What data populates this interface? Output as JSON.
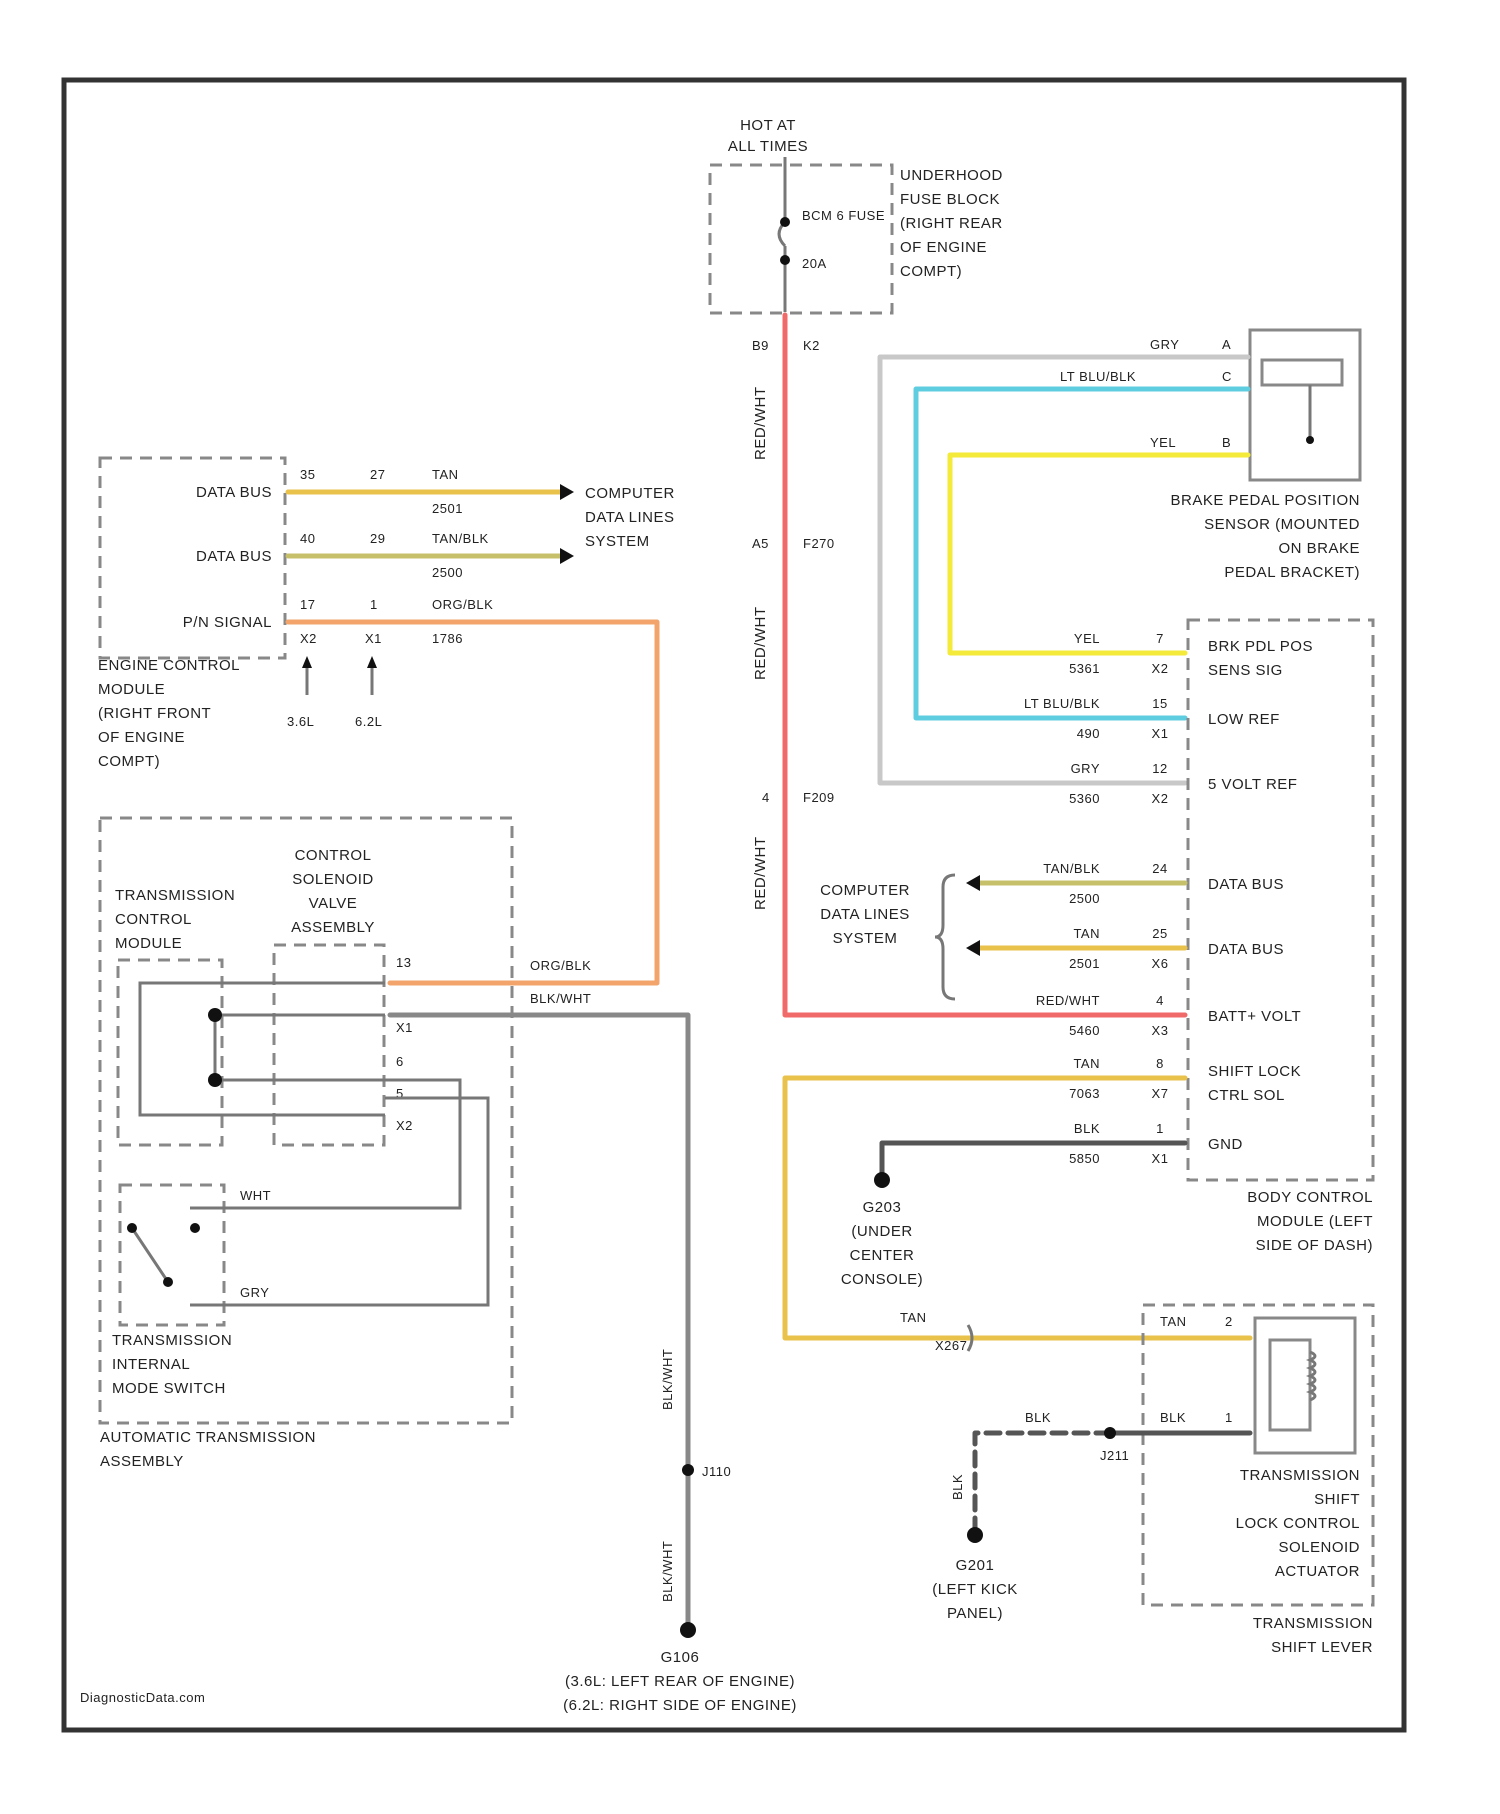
{
  "colors": {
    "red_wht": "#f06a6a",
    "yel": "#f3ea3a",
    "lt_blu_blk": "#5fcde0",
    "gry": "#c8c8c8",
    "tan": "#e8c24a",
    "tan_blk": "#c6c06a",
    "org_blk": "#f2a46a",
    "blk": "#555555",
    "blk_wht": "#888888"
  },
  "top_feed": {
    "hot_at": [
      "HOT AT",
      "ALL TIMES"
    ],
    "fuse_block": [
      "UNDERHOOD",
      "FUSE BLOCK",
      "(RIGHT REAR",
      "OF ENGINE",
      "COMPT)"
    ],
    "fuse": [
      "BCM 6 FUSE",
      "20A"
    ],
    "pins": [
      "B9",
      "K2"
    ],
    "splice_1": {
      "pin": "A5",
      "name": "F270"
    },
    "splice_2": {
      "pin": "4",
      "name": "F209"
    },
    "wire_label": "RED/WHT"
  },
  "ecm": {
    "rows": [
      {
        "label": "DATA BUS",
        "pin_a": "35",
        "pin_b": "27",
        "color": "TAN",
        "circuit": "2501"
      },
      {
        "label": "DATA BUS",
        "pin_a": "40",
        "pin_b": "29",
        "color": "TAN/BLK",
        "circuit": "2500"
      },
      {
        "label": "P/N SIGNAL",
        "pin_a": "17",
        "pin_b": "1",
        "color": "ORG/BLK",
        "circuit": "1786"
      }
    ],
    "connectors": [
      "X2",
      "X1"
    ],
    "engines": [
      "3.6L",
      "6.2L"
    ],
    "name": [
      "ENGINE CONTROL",
      "MODULE",
      "(RIGHT FRONT",
      "OF ENGINE",
      "COMPT)"
    ]
  },
  "computer_data_lines": [
    "COMPUTER",
    "DATA LINES",
    "SYSTEM"
  ],
  "brake_sensor": {
    "pins": [
      {
        "color": "GRY",
        "pin": "A"
      },
      {
        "color": "LT BLU/BLK",
        "pin": "C"
      },
      {
        "color": "YEL",
        "pin": "B"
      }
    ],
    "name": [
      "BRAKE PEDAL POSITION",
      "SENSOR (MOUNTED",
      "ON BRAKE",
      "PEDAL BRACKET)"
    ]
  },
  "bcm": {
    "rows": [
      {
        "color": "YEL",
        "pin": "7",
        "circuit": "5361",
        "conn": "X2",
        "label": "BRK PDL POS SENS SIG"
      },
      {
        "color": "LT BLU/BLK",
        "pin": "15",
        "circuit": "490",
        "conn": "X1",
        "label": "LOW REF"
      },
      {
        "color": "GRY",
        "pin": "12",
        "circuit": "5360",
        "conn": "X2",
        "label": "5 VOLT REF"
      },
      {
        "color": "TAN/BLK",
        "pin": "24",
        "circuit": "2500",
        "conn": "",
        "label": "DATA BUS"
      },
      {
        "color": "TAN",
        "pin": "25",
        "circuit": "2501",
        "conn": "X6",
        "label": "DATA BUS"
      },
      {
        "color": "RED/WHT",
        "pin": "4",
        "circuit": "5460",
        "conn": "X3",
        "label": "BATT+ VOLT"
      },
      {
        "color": "TAN",
        "pin": "8",
        "circuit": "7063",
        "conn": "X7",
        "label": "SHIFT LOCK CTRL SOL"
      },
      {
        "color": "BLK",
        "pin": "1",
        "circuit": "5850",
        "conn": "X1",
        "label": "GND"
      }
    ],
    "name": [
      "BODY CONTROL",
      "MODULE (LEFT",
      "SIDE OF DASH)"
    ]
  },
  "ground_g203": [
    "G203",
    "(UNDER",
    "CENTER",
    "CONSOLE)"
  ],
  "transmission": {
    "tcm_name": [
      "TRANSMISSION",
      "CONTROL",
      "MODULE"
    ],
    "valve_name": [
      "CONTROL",
      "SOLENOID",
      "VALVE",
      "ASSEMBLY"
    ],
    "pins": [
      "13",
      "X1",
      "6",
      "5",
      "X2"
    ],
    "wires_right": [
      "ORG/BLK",
      "BLK/WHT"
    ],
    "switch_wires": [
      "WHT",
      "GRY"
    ],
    "switch_name": [
      "TRANSMISSION",
      "INTERNAL",
      "MODE SWITCH"
    ],
    "assembly_name": [
      "AUTOMATIC TRANSMISSION",
      "ASSEMBLY"
    ]
  },
  "ground_g106": {
    "splice": "J110",
    "wire_label": "BLK/WHT",
    "name": [
      "G106",
      "(3.6L: LEFT REAR OF ENGINE)",
      "(6.2L: RIGHT SIDE OF ENGINE)"
    ]
  },
  "shift_lock": {
    "tan_wire": "TAN",
    "connector": "X267",
    "tan_pin": "2",
    "blk_pin": "1",
    "blk_wire": "BLK",
    "splice": "J211",
    "solenoid_name": [
      "TRANSMISSION",
      "SHIFT",
      "LOCK CONTROL",
      "SOLENOID",
      "ACTUATOR"
    ],
    "lever_name": [
      "TRANSMISSION",
      "SHIFT LEVER"
    ]
  },
  "ground_g201": [
    "G201",
    "(LEFT KICK",
    "PANEL)"
  ],
  "watermark": "DiagnosticData.com"
}
